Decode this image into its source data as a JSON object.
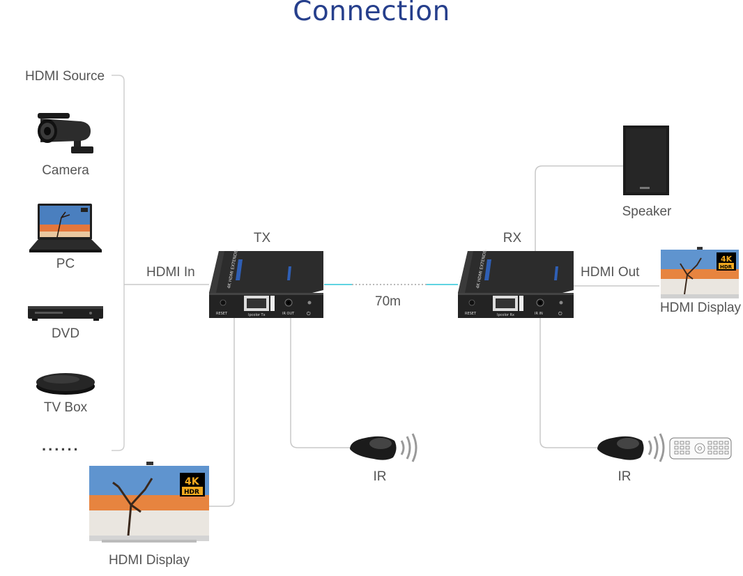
{
  "title": "Connection",
  "source_group": {
    "heading": "HDMI Source",
    "items": [
      {
        "label": "Camera",
        "icon": "camera-icon"
      },
      {
        "label": "PC",
        "icon": "laptop-icon"
      },
      {
        "label": "DVD",
        "icon": "dvd-player-icon"
      },
      {
        "label": "TV Box",
        "icon": "tv-box-icon"
      }
    ],
    "more": "......"
  },
  "links": {
    "hdmi_in": "HDMI In",
    "hdmi_out": "HDMI Out",
    "distance": "70m"
  },
  "tx": {
    "label": "TX",
    "top_text": "4K HDMI EXTENDER",
    "port_reset": "RESET",
    "port_lan": "Ipcolor Tx",
    "port_ir": "IR OUT",
    "ir_label": "IR",
    "display_label": "HDMI Display"
  },
  "rx": {
    "label": "RX",
    "top_text": "4K HDMI EXTENDER",
    "port_reset": "RESET",
    "port_lan": "Ipcolor Rx",
    "port_ir": "IR IN",
    "ir_label": "IR",
    "display_label": "HDMI Display",
    "speaker_label": "Speaker"
  },
  "display_badge": {
    "line1": "4K",
    "line2": "HDR"
  },
  "colors": {
    "title": "#263f8c",
    "wire": "#c6c6c6",
    "network_cable": "#5fd4e2",
    "device_body": "#2a2a2a"
  }
}
